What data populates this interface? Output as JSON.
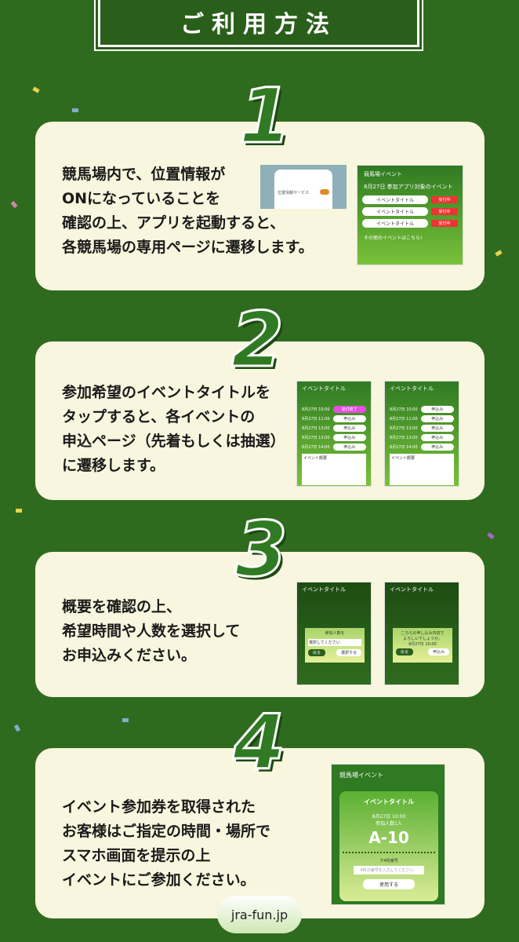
{
  "title": "ご利用方法",
  "steps": [
    {
      "number": "1",
      "text": "競馬場内で、位置情報が\nONになっていることを\n確認の上、アプリを起動すると、\n各競馬場の専用ページに遷移します。"
    },
    {
      "number": "2",
      "text": "参加希望のイベントタイトルを\nタップすると、各イベントの\n申込ページ（先着もしくは抽選）\nに遷移します。"
    },
    {
      "number": "3",
      "text": "概要を確認の上、\n希望時間や人数を選択して\nお申込みください。"
    },
    {
      "number": "4",
      "text": "イベント参加券を取得された\nお客様はご指定の時間・場所で\nスマホ画面を提示の上\nイベントにご参加ください。"
    }
  ],
  "mock": {
    "location_setting": "位置情報サービス",
    "app_name": "競馬場イベント",
    "date_heading": "8月27日 参加アプリ対象のイベント",
    "event_title": "イベントタイトル",
    "status": "受付中",
    "other_events": "その他のイベントはこちら!",
    "slots": [
      "8月27日 10:00",
      "8月27日 11:00",
      "8月27日 13:00",
      "8月27日 13:00",
      "8月27日 14:00"
    ],
    "apply": "申込み",
    "closed": "受付終了",
    "overview": "イベント概要",
    "participants": "参加人数を",
    "select_placeholder": "選択してください",
    "back": "戻る",
    "select": "選択する",
    "confirm": "こちらの申し込み内容で\nよろしいでしょうか。",
    "ticket_datetime": "8月27日 10:00",
    "ticket_people": "参加人数1人",
    "ticket_number": "A-10",
    "pin_label": "下4桁番号",
    "pin_placeholder": "4桁の番号を入力してください。",
    "use": "使用する"
  },
  "footer": "jra-fun.jp",
  "colors": {
    "background": "#2f6b1f",
    "card": "#f8f6de",
    "accent": "#2f7a22"
  }
}
